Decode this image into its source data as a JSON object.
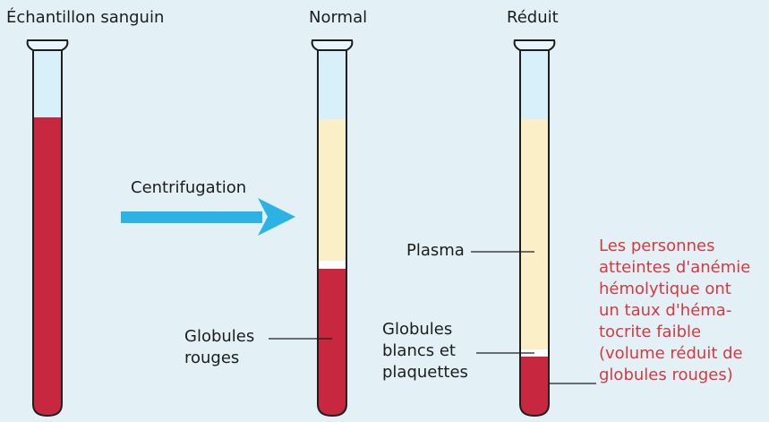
{
  "colors": {
    "background": "#e3f1f6",
    "blood": "#c8283f",
    "plasma": "#fbefc8",
    "buffy_coat": "#ffffff",
    "tube_empty": "#d8f0fa",
    "tube_outline": "#1e1e1e",
    "arrow": "#2ab3e4",
    "note": "#d23a42"
  },
  "tubes": {
    "sample_label": "Échantillon sanguin",
    "normal_label": "Normal",
    "reduced_label": "Réduit"
  },
  "arrow_label": "Centrifugation",
  "labels": {
    "plasma": "Plasma",
    "red_cells": [
      "Globules",
      "rouges"
    ],
    "white_cells": [
      "Globules",
      "blancs et",
      "plaquettes"
    ]
  },
  "note_lines": [
    "Les personnes",
    "atteintes d'anémie",
    "hémolytique ont",
    "un taux d'héma-",
    "tocrite faible",
    "(volume réduit de",
    "globules rouges)"
  ]
}
